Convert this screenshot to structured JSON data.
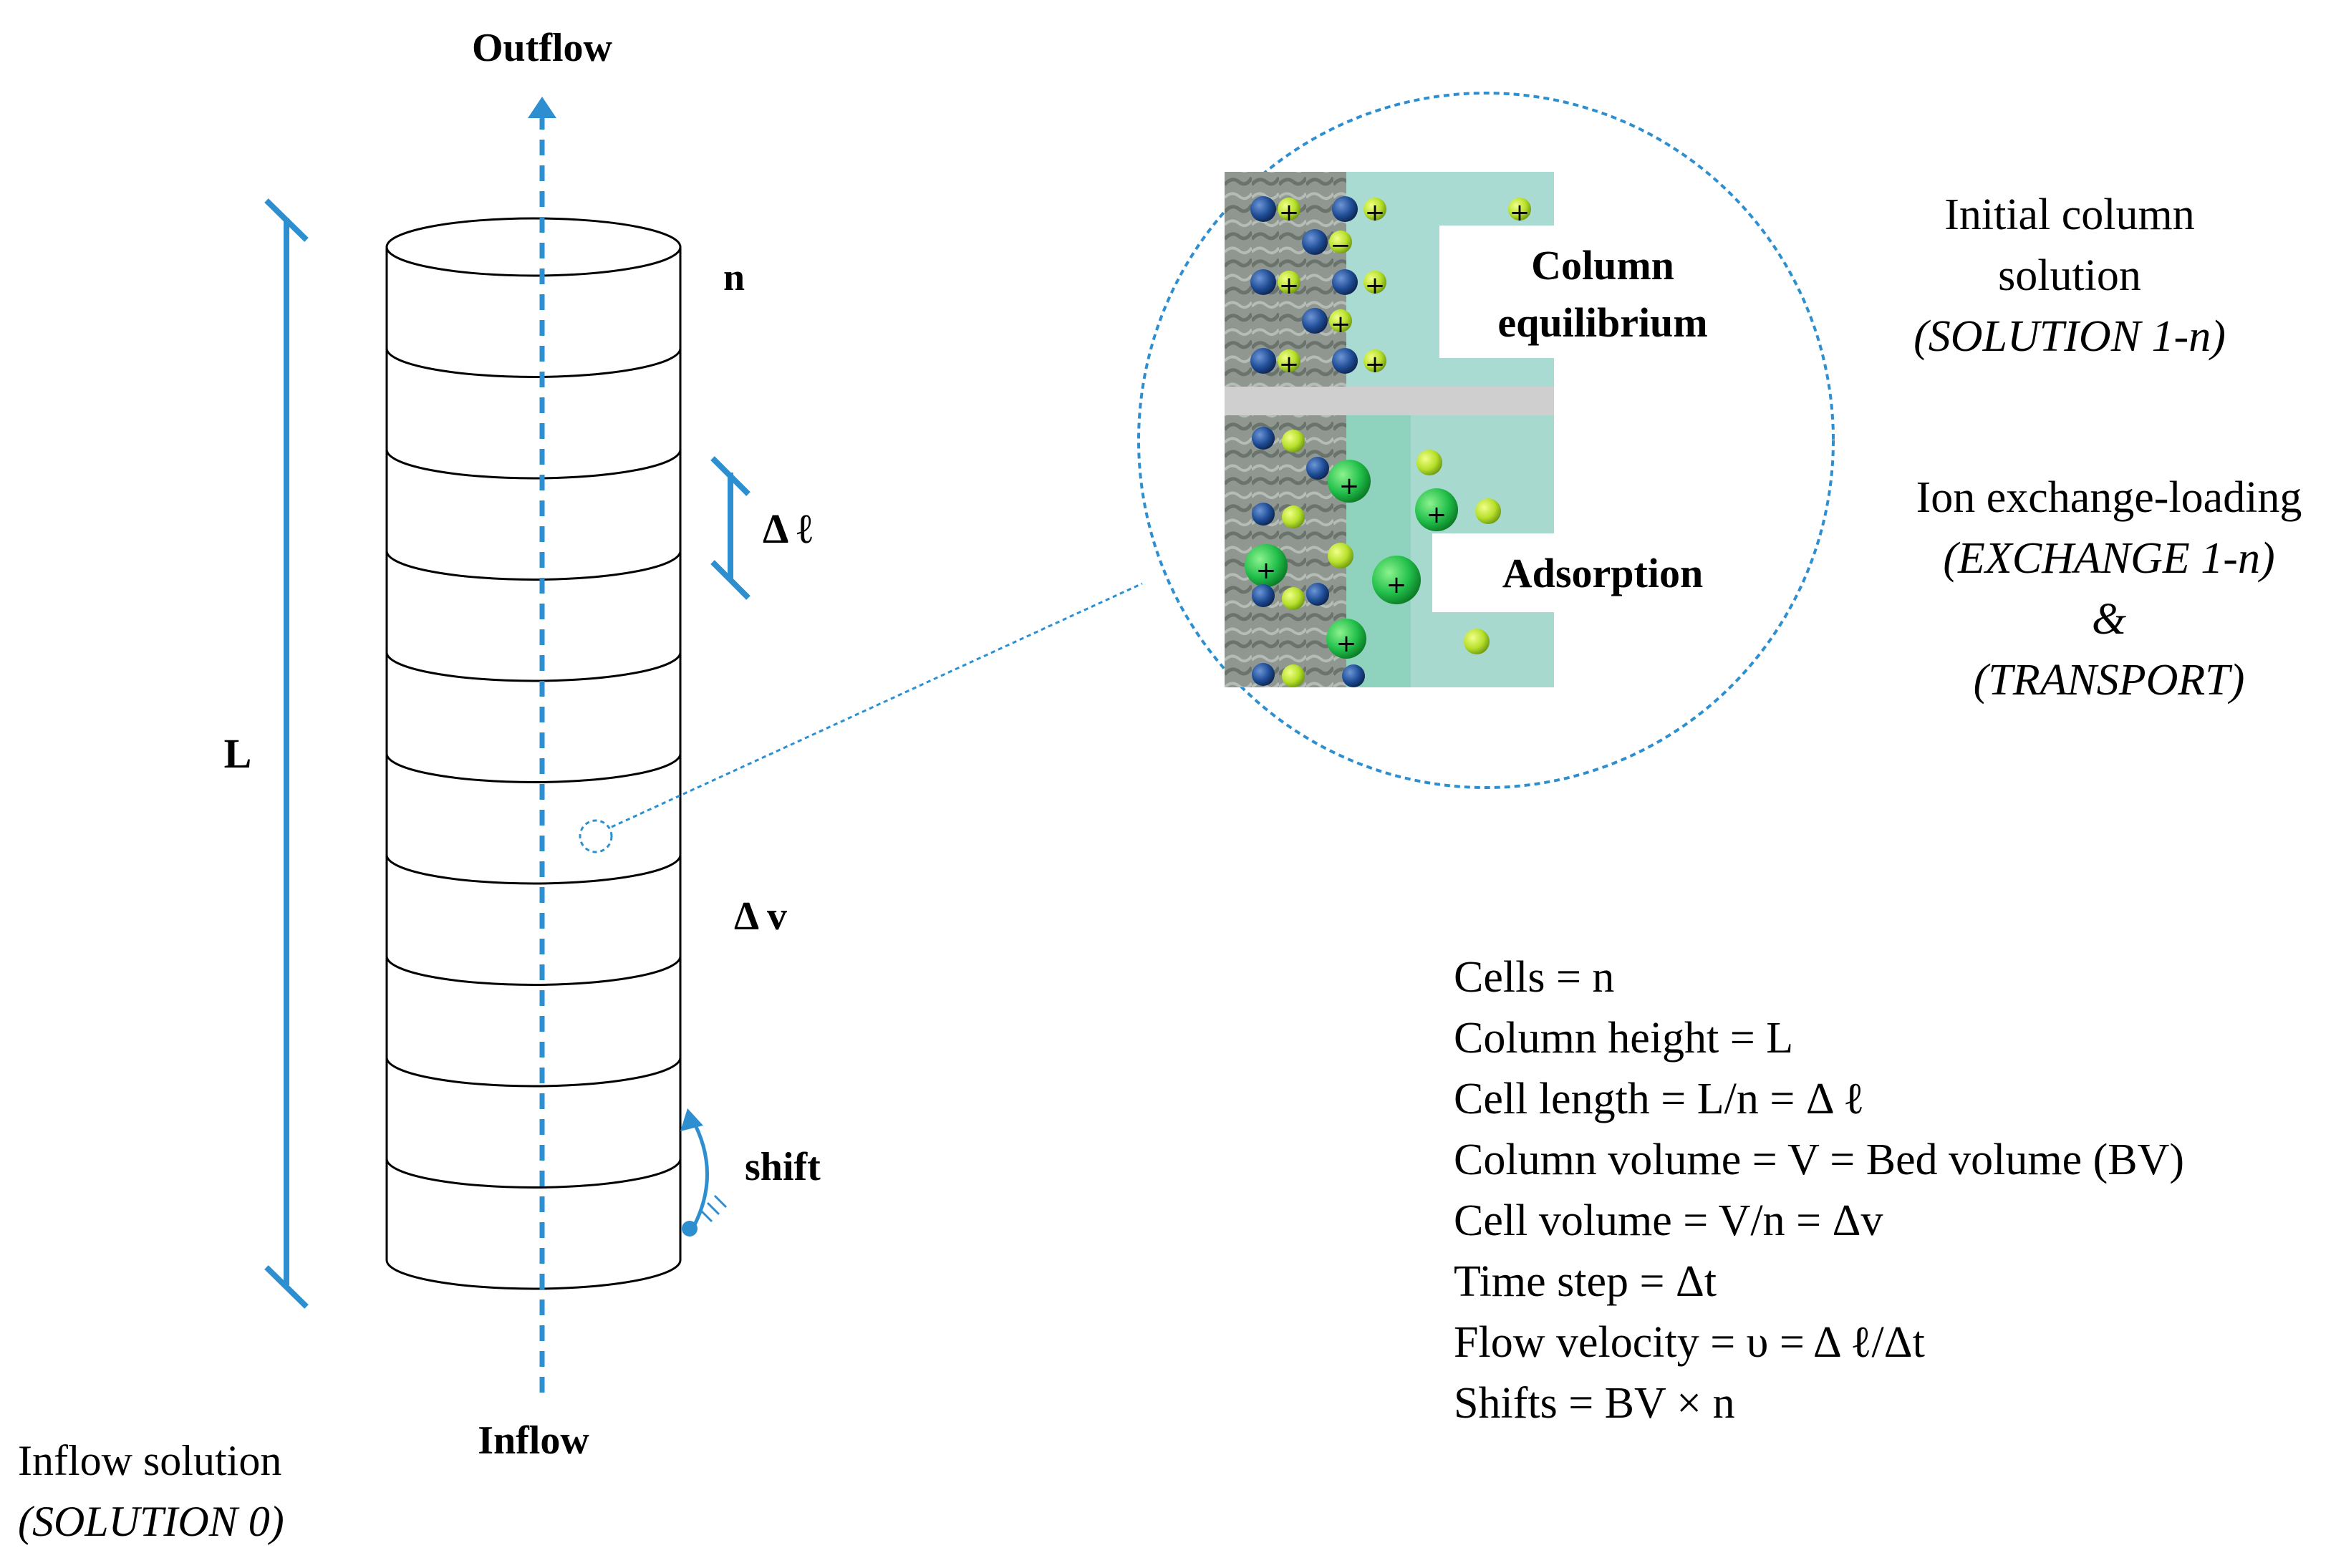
{
  "column": {
    "outflow_label": "Outflow",
    "inflow_label": "Inflow",
    "length_label": "L",
    "cell_label_n": "n",
    "cell_length_label": "Δ ℓ",
    "cell_volume_label": "Δ v",
    "shift_label": "shift",
    "cell_count": 10
  },
  "inflow_solution": {
    "line1": "Inflow solution",
    "line2": "(SOLUTION 0)"
  },
  "zoom": {
    "top_label_line1": "Column",
    "top_label_line2": "equilibrium",
    "bottom_label": "Adsorption"
  },
  "initial_solution": {
    "line1": "Initial column",
    "line2": "solution",
    "line3": "(SOLUTION 1-n)"
  },
  "ion_exchange": {
    "line1": "Ion exchange-loading",
    "line2": "(EXCHANGE 1-n)",
    "line3": "&",
    "line4": "(TRANSPORT)"
  },
  "definitions": [
    "Cells = n",
    "Column height = L",
    "Cell length = L/n = Δ ℓ",
    "Column volume = V = Bed volume (BV)",
    "Cell volume = V/n = Δv",
    "Time step = Δt",
    "Flow velocity = υ = Δ ℓ/Δt",
    "Shifts = BV × n"
  ],
  "colors": {
    "accent_blue": "#2e8fd0",
    "zoom_background": "#a7d9cf",
    "resin_grey": "#8e968f",
    "ion_green": "#21c24a",
    "ion_yellow_green": "#b7e02b",
    "ion_blue": "#1f4d96"
  }
}
